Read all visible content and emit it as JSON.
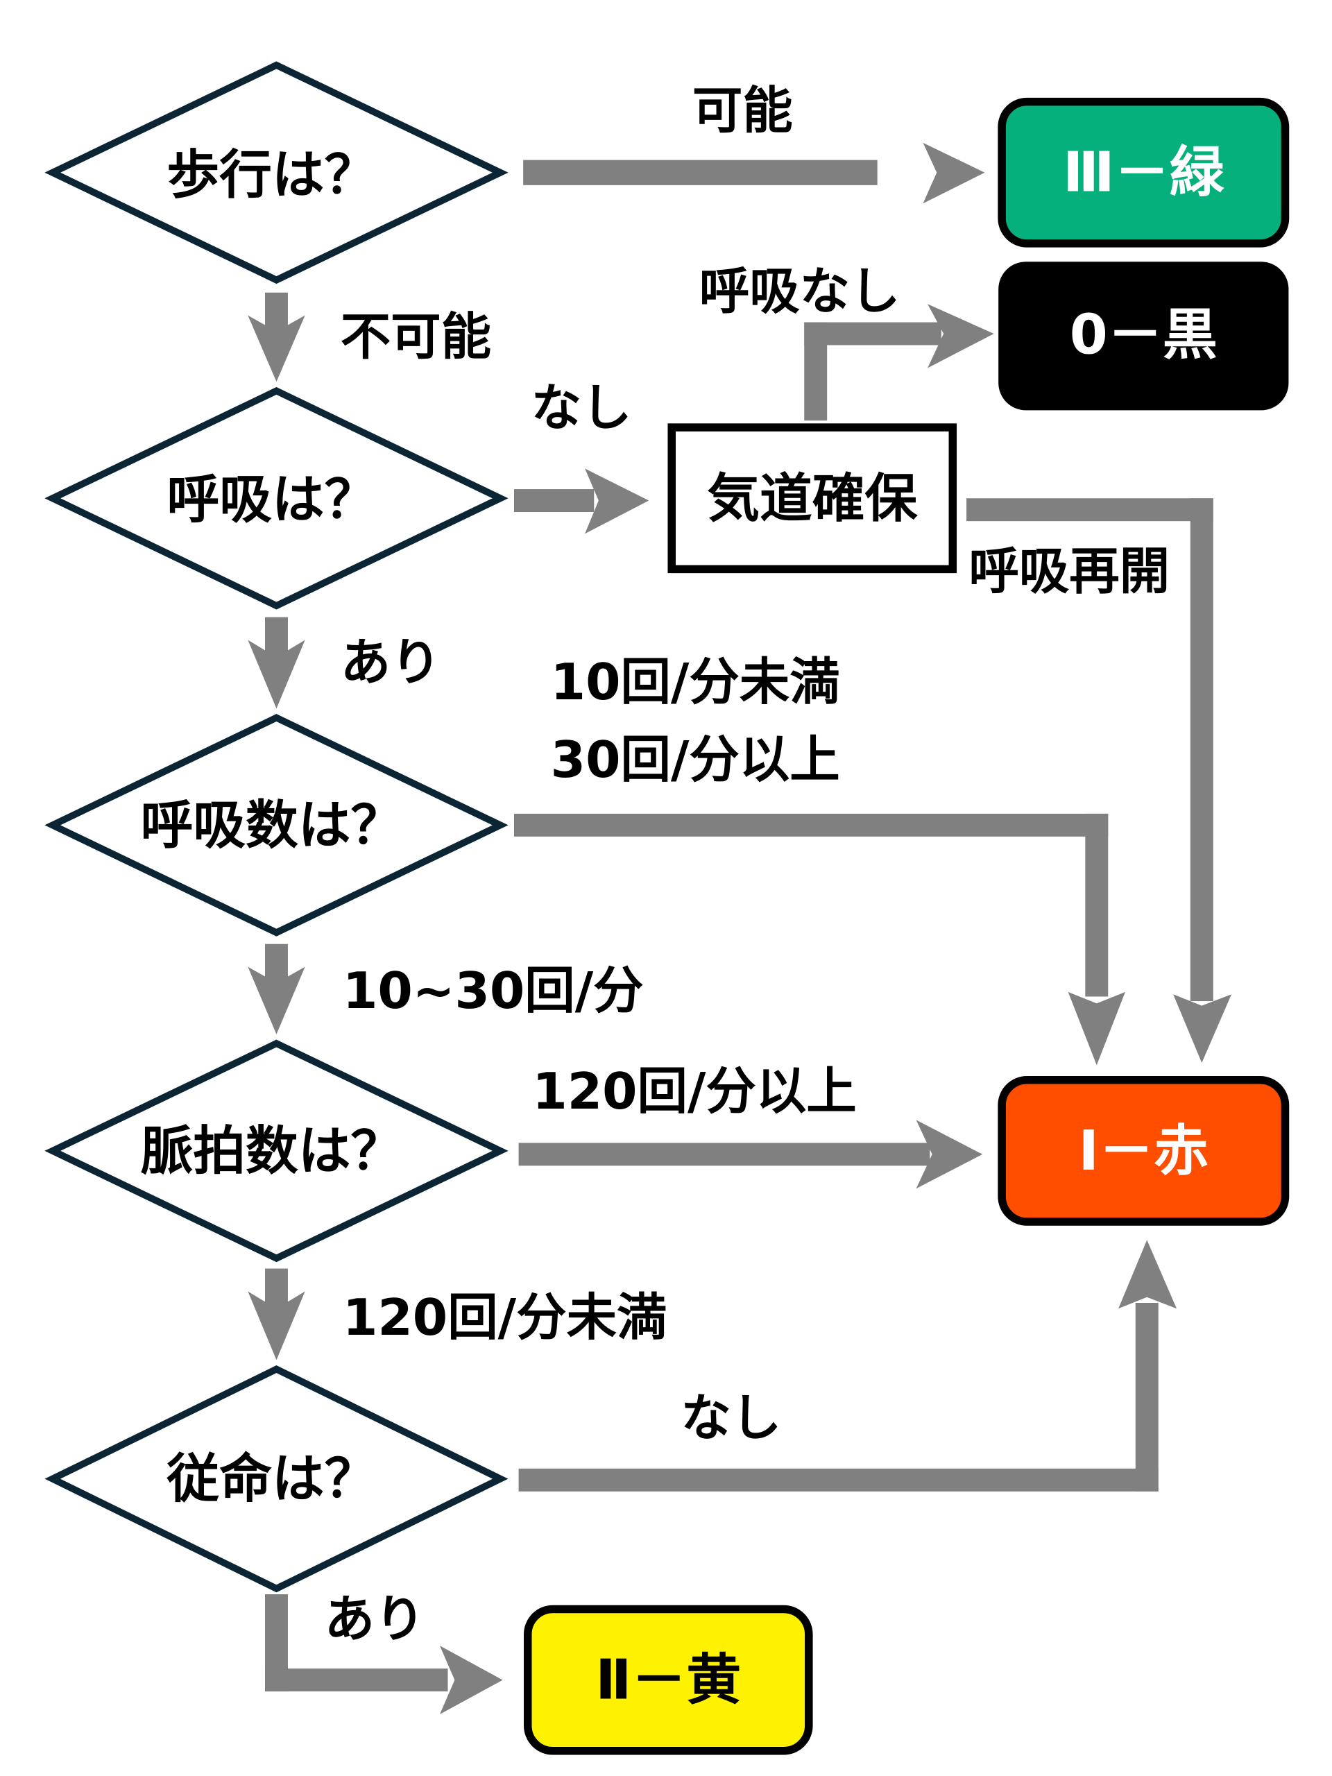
{
  "title": "START triage flowchart",
  "decisions": [
    {
      "id": "walk",
      "label": "歩行は？"
    },
    {
      "id": "breathing",
      "label": "呼吸は？"
    },
    {
      "id": "resp_rate",
      "label": "呼吸数は？"
    },
    {
      "id": "pulse",
      "label": "脈拍数は？"
    },
    {
      "id": "command",
      "label": "従命は？"
    }
  ],
  "process": {
    "airway": "気道確保"
  },
  "results": {
    "green": {
      "label": "Ⅲ－緑",
      "color": "#05b07c",
      "text_color": "#ffffff"
    },
    "black": {
      "label": "0－黒",
      "color": "#000000",
      "text_color": "#ffffff"
    },
    "red": {
      "label": "Ⅰ－赤",
      "color": "#ff4e00",
      "text_color": "#ffffff"
    },
    "yellow": {
      "label": "Ⅱ－黄",
      "color": "#fff200",
      "text_color": "#000000"
    }
  },
  "edges": {
    "walk_yes": "可能",
    "walk_no": "不可能",
    "breath_none": "なし",
    "breath_none_after_airway": "呼吸なし",
    "breath_resumed": "呼吸再開",
    "breath_present": "あり",
    "rate_abnormal_1": "10回/分未満",
    "rate_abnormal_2": "30回/分以上",
    "rate_normal": "10~30回/分",
    "pulse_high": "120回/分以上",
    "pulse_normal": "120回/分未満",
    "command_none": "なし",
    "command_yes": "あり"
  },
  "colors": {
    "arrow": "#808080",
    "diamond_stroke": "#0c2535"
  }
}
